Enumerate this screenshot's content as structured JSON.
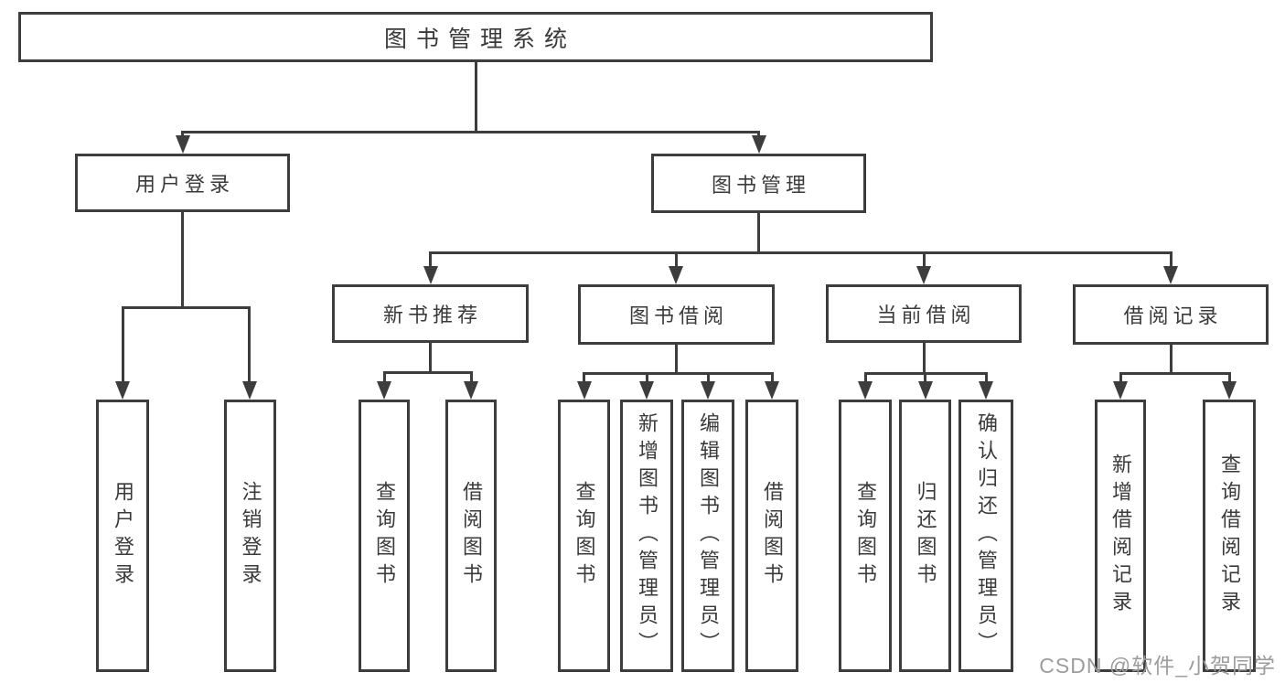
{
  "diagram": {
    "kind": "tree",
    "tree": {
      "root": {
        "label": "图书管理系统"
      },
      "branches": [
        {
          "label": "用户登录",
          "children": [
            {
              "label": "用户登录"
            },
            {
              "label": "注销登录"
            }
          ]
        },
        {
          "label": "图书管理",
          "children": [
            {
              "label": "新书推荐",
              "children": [
                {
                  "label": "查询图书"
                },
                {
                  "label": "借阅图书"
                }
              ]
            },
            {
              "label": "图书借阅",
              "children": [
                {
                  "label": "查询图书"
                },
                {
                  "label": "新增图书（管理员）"
                },
                {
                  "label": "编辑图书（管理员）"
                },
                {
                  "label": "借阅图书"
                }
              ]
            },
            {
              "label": "当前借阅",
              "children": [
                {
                  "label": "查询图书"
                },
                {
                  "label": "归还图书"
                },
                {
                  "label": "确认归还（管理员）"
                }
              ]
            },
            {
              "label": "借阅记录",
              "children": [
                {
                  "label": "新增借阅记录"
                },
                {
                  "label": "查询借阅记录"
                }
              ]
            }
          ]
        }
      ]
    },
    "colors": {
      "line": "#3d3d3d",
      "box_border": "#3d3d3d",
      "text": "#3a3a3a",
      "background": "#ffffff",
      "watermark": "#9c9c9c"
    }
  },
  "watermark": {
    "text": "CSDN @软件_小贺同学"
  }
}
